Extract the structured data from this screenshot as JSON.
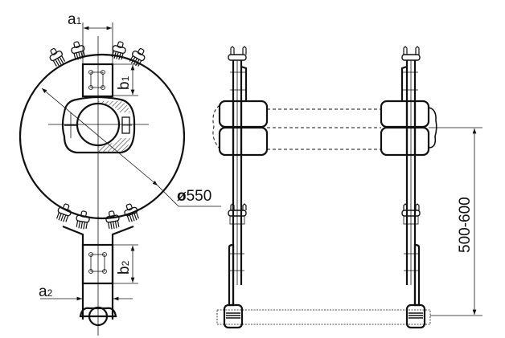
{
  "drawing": {
    "front_view": {
      "dim_a1": {
        "base": "a",
        "sub": "1"
      },
      "dim_b1": {
        "base": "b",
        "sub": "1"
      },
      "dim_a2": {
        "base": "a",
        "sub": "2"
      },
      "dim_b2": {
        "base": "b",
        "sub": "2"
      },
      "diameter_symbol": "ø",
      "diameter_value": "550"
    },
    "side_view": {
      "height_dimension": "500-600"
    }
  },
  "colors": {
    "ink": "#111111",
    "hatch": "#555555"
  }
}
